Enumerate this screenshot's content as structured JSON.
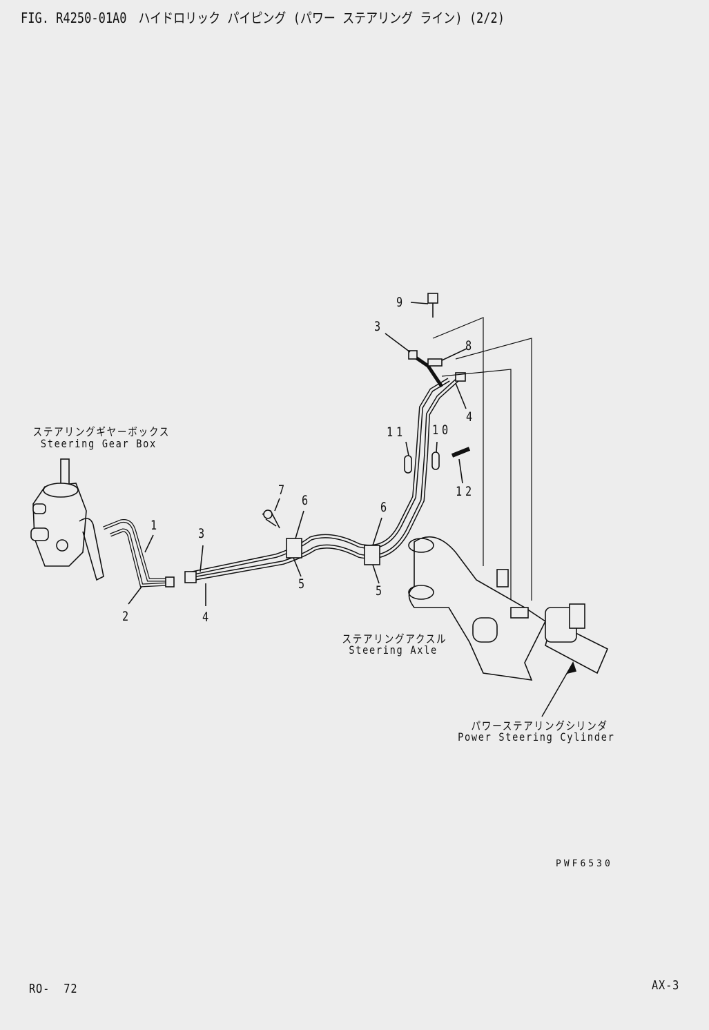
{
  "header": {
    "title": "FIG. R4250-01A0　ハイドロリック パイピング (パワー ステアリング ライン) (2/2)"
  },
  "components": [
    {
      "jp": "ステアリングギヤーボックス",
      "en": "Steering Gear Box"
    },
    {
      "jp": "ステアリングアクスル",
      "en": "Steering Axle"
    },
    {
      "jp": "パワーステアリングシリンダ",
      "en": "Power Steering Cylinder"
    }
  ],
  "callouts": [
    "9",
    "3",
    "8",
    "4",
    "11",
    "10",
    "12",
    "7",
    "6",
    "6",
    "3",
    "1",
    "5",
    "5",
    "2",
    "4"
  ],
  "drawing_code": "PWF6530",
  "footer": {
    "left": "RO-  72",
    "right": "AX-3"
  }
}
